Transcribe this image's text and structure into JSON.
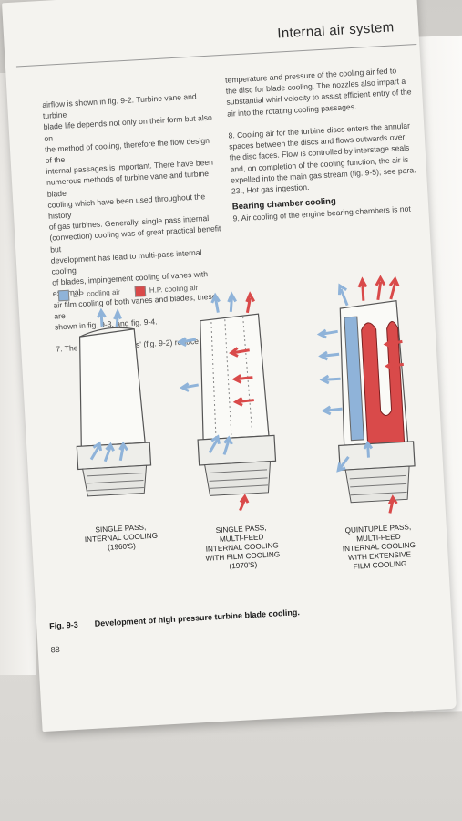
{
  "page": {
    "header_title": "Internal air system",
    "page_number": "88",
    "left_column": [
      "airflow is shown in fig. 9-2. Turbine vane and turbine",
      "blade life depends not only on their form but also on",
      "the method of cooling, therefore the flow design of the",
      "internal passages is important. There have been",
      "numerous methods of turbine vane and turbine blade",
      "cooling which have been used throughout the history",
      "of gas turbines. Generally, single pass internal",
      "(convection) cooling was of great practical benefit but",
      "development has lead to multi-pass internal cooling",
      "of blades, impingement cooling of vanes with external",
      "air film cooling of both vanes and blades, these are",
      "shown in fig. 9-3. and fig. 9-4.",
      "",
      "7. The 'pre-swirl nozzles' (fig. 9-2) reduce the"
    ],
    "right_column": [
      "temperature and pressure of the cooling air fed to",
      "the disc for blade cooling. The nozzles also impart a",
      "substantial whirl velocity to assist efficient entry of the",
      "air into the rotating cooling passages.",
      "",
      "8. Cooling air for the turbine discs enters the annular",
      "spaces between the discs and flows outwards over",
      "the disc faces. Flow is controlled by interstage seals",
      "and, on completion of the cooling function, the air is",
      "expelled into the main gas stream (fig. 9-5); see para.",
      "23., Hot gas ingestion."
    ],
    "subheading": "Bearing chamber cooling",
    "right_column_after": "9. Air cooling of the engine bearing chambers is not"
  },
  "legend": {
    "lp_label": "L.P. cooling air",
    "hp_label": "H.P. cooling air",
    "lp_color": "#8fb3d9",
    "hp_color": "#d94a4a"
  },
  "figures": [
    {
      "caption": [
        "SINGLE PASS,",
        "INTERNAL COOLING",
        "(1960's)"
      ]
    },
    {
      "caption": [
        "SINGLE PASS,",
        "MULTI-FEED",
        "INTERNAL COOLING",
        "WITH FILM COOLING",
        "(1970's)"
      ]
    },
    {
      "caption": [
        "QUINTUPLE PASS,",
        "MULTI-FEED",
        "INTERNAL COOLING",
        "WITH EXTENSIVE",
        "FILM COOLING"
      ]
    }
  ],
  "figure_caption": {
    "number": "Fig. 9-3",
    "title": "Development of high pressure turbine blade cooling."
  }
}
